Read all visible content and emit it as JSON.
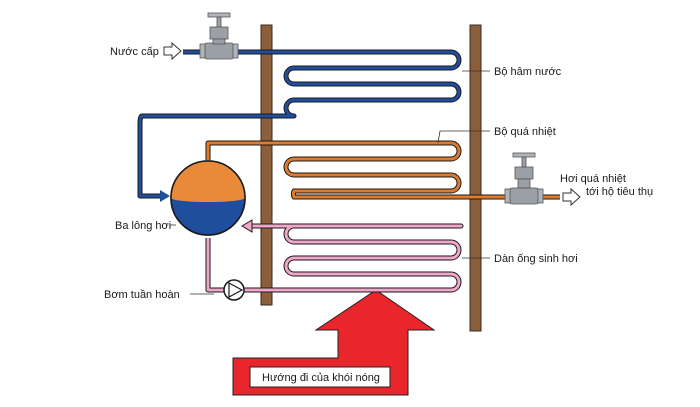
{
  "labels": {
    "feed_water": "Nước cấp",
    "economizer": "Bộ hâm nước",
    "superheater": "Bộ quá nhiệt",
    "superheated_steam_line1": "Hơi quá nhiệt",
    "superheated_steam_line2": "tới hộ tiêu thụ",
    "drum": "Ba lông hơi",
    "evaporator": "Dàn ống sinh hơi",
    "circulation_pump": "Bơm tuần hoàn",
    "hot_gas_direction": "Hướng đi của khói nóng"
  },
  "colors": {
    "water": "#1f4e9c",
    "steam": "#e07a2c",
    "mixture": "#f0a6c8",
    "wall": "#8b5e3c",
    "flue_gas": "#e8262b",
    "valve": "#9aa0a6"
  },
  "icons": [
    "gate-valve-icon",
    "pump-icon",
    "flow-arrow-icon"
  ]
}
